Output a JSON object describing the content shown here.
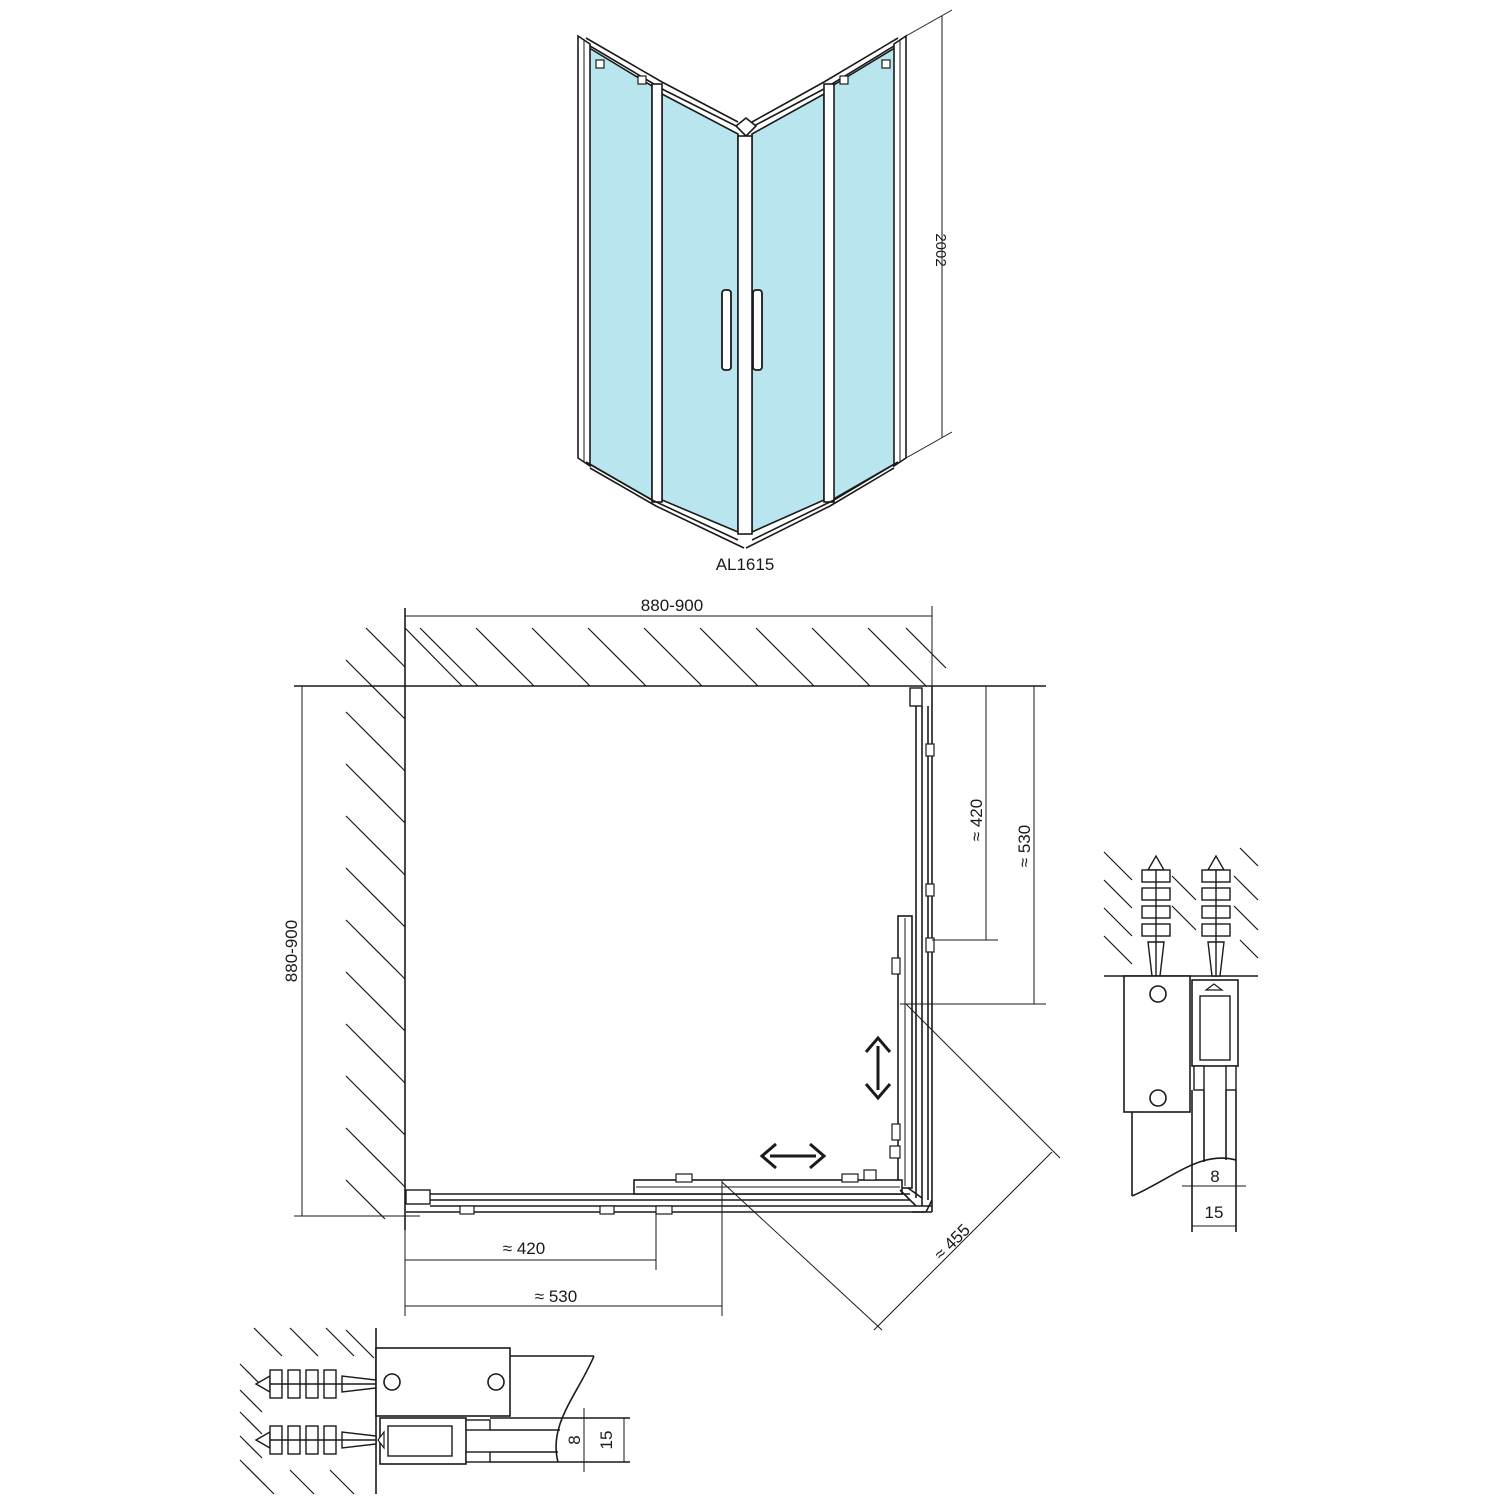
{
  "colors": {
    "line": "#1a1a1a",
    "glass": "#b9e6ee",
    "background": "#ffffff"
  },
  "perspective": {
    "model_code": "AL1615",
    "height_label": "2002"
  },
  "plan": {
    "width_label": "880-900",
    "depth_label": "880-900",
    "door_front_short": "≈ 420",
    "door_front_long": "≈ 530",
    "door_side_short": "≈ 420",
    "door_side_long": "≈ 530",
    "diagonal_entry": "≈ 455"
  },
  "detail_right": {
    "inner_width": "8",
    "outer_width": "15"
  },
  "detail_bottom": {
    "inner_width": "8",
    "outer_width": "15"
  }
}
